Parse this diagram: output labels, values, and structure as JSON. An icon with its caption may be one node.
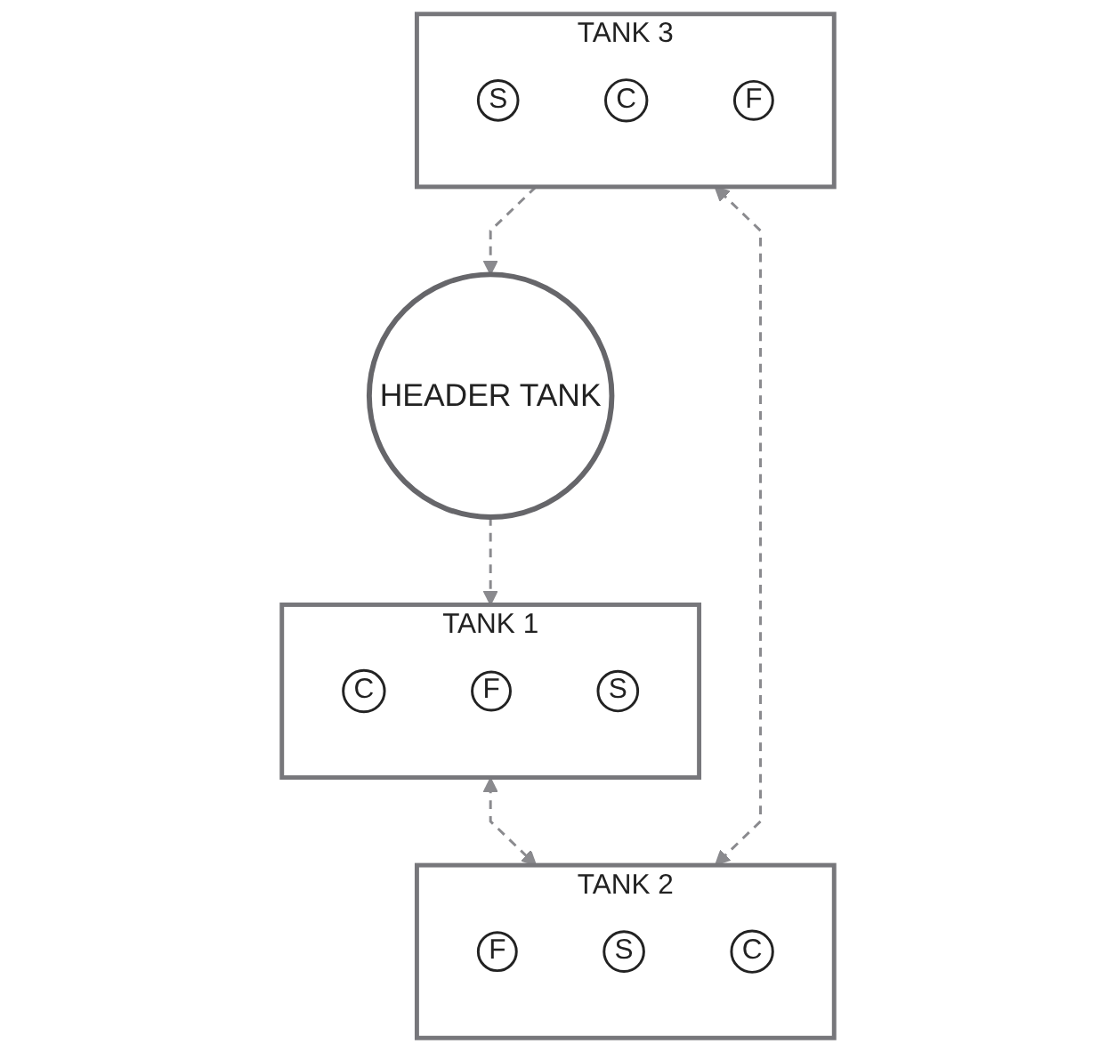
{
  "diagram": {
    "nodes": [
      {
        "text": [
          "HEADER TANK"
        ]
      },
      {
        "text": [
          "TANK 1"
        ]
      },
      {
        "text": [
          "C"
        ],
        "in": 1
      },
      {
        "text": [
          "F"
        ],
        "in": 1
      },
      {
        "text": [
          "S"
        ],
        "in": 1
      },
      {
        "text": [
          "TANK 2"
        ]
      },
      {
        "text": [
          "F"
        ],
        "in": 5
      },
      {
        "text": [
          "S"
        ],
        "in": 5
      },
      {
        "text": [
          "C"
        ],
        "in": 5
      },
      {
        "text": [
          "TANK 3"
        ]
      },
      {
        "text": [
          "S"
        ],
        "in": 9
      },
      {
        "text": [
          "C"
        ],
        "in": 9
      },
      {
        "text": [
          "F"
        ],
        "in": 9
      }
    ],
    "edges": [
      {
        "from": 0,
        "to": 1,
        "arrow": "to",
        "style": "dashed"
      },
      {
        "from": 1,
        "to": 5,
        "arrow": "both",
        "style": "dashed"
      },
      {
        "from": 5,
        "to": 9,
        "arrow": "both",
        "style": "dashed"
      },
      {
        "from": 9,
        "to": 0,
        "arrow": "to",
        "style": "dashed"
      }
    ]
  }
}
